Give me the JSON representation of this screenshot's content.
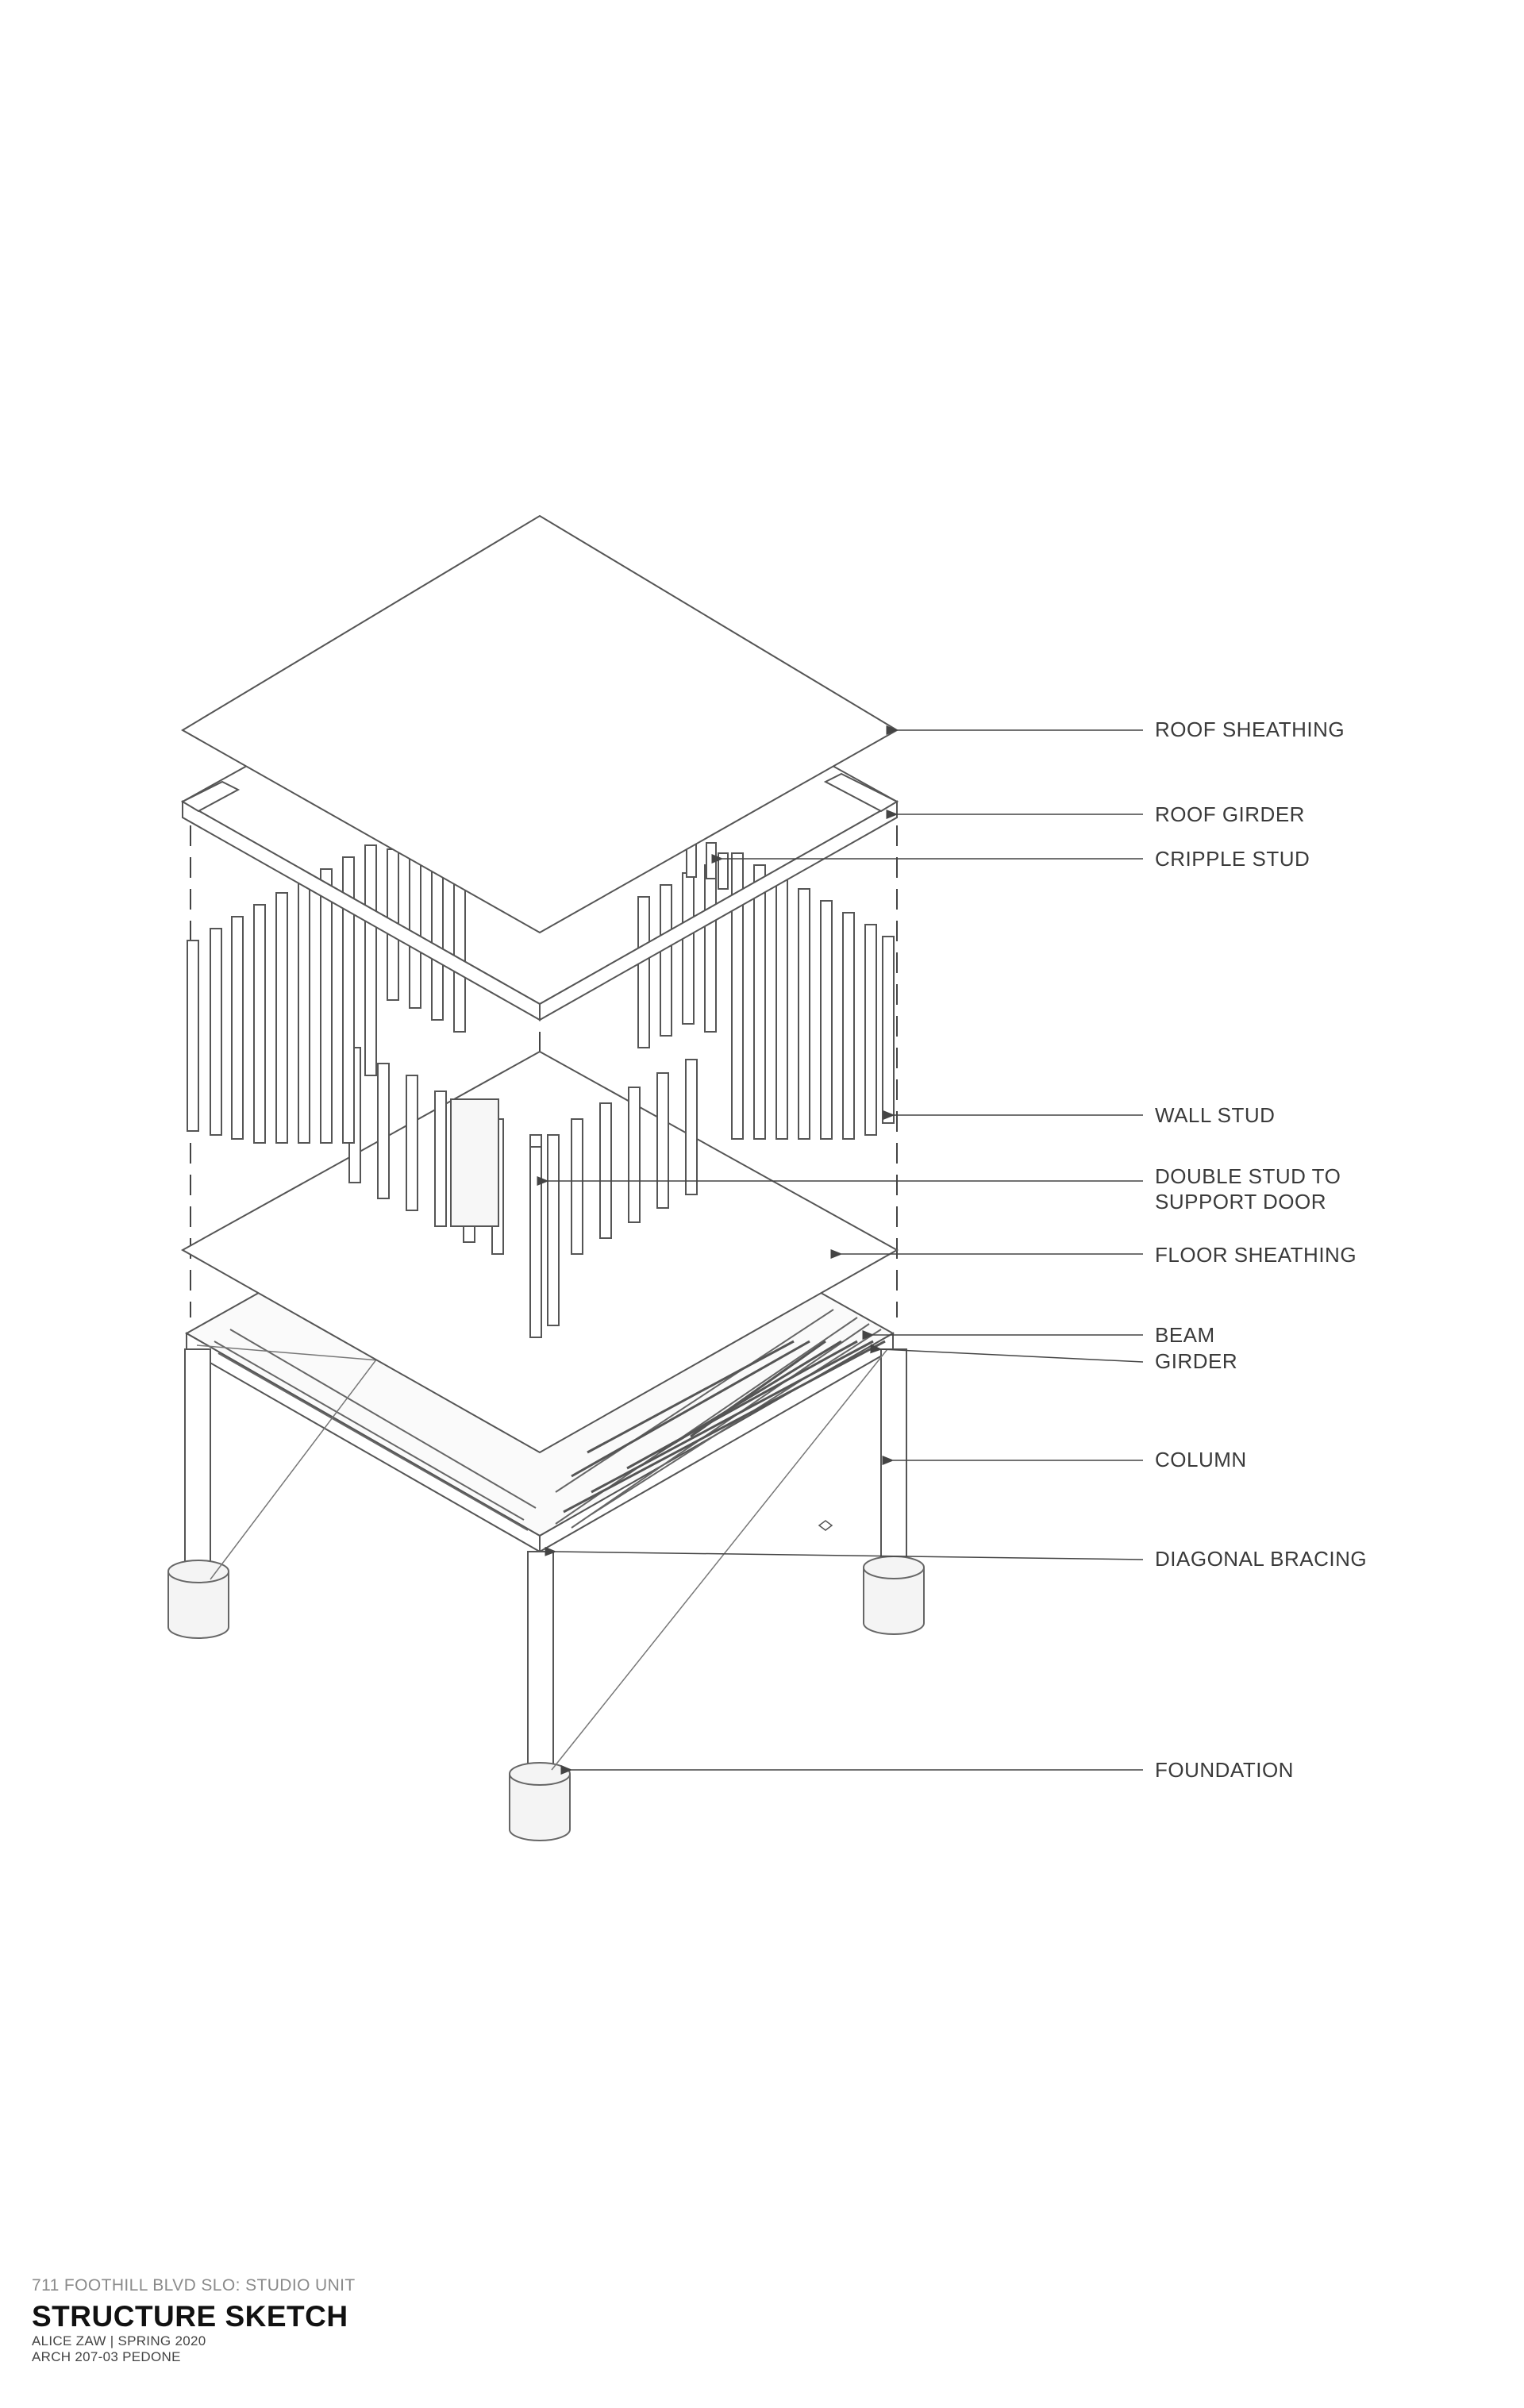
{
  "labels": {
    "roof_sheathing": "ROOF SHEATHING",
    "roof_girder": "ROOF GIRDER",
    "cripple_stud": "CRIPPLE STUD",
    "wall_stud": "WALL STUD",
    "double_stud_line1": "DOUBLE STUD TO",
    "double_stud_line2": "SUPPORT DOOR",
    "floor_sheathing": "FLOOR SHEATHING",
    "beam": "BEAM",
    "girder": "GIRDER",
    "column": "COLUMN",
    "diagonal_bracing": "DIAGONAL BRACING",
    "foundation": "FOUNDATION"
  },
  "title_block": {
    "project": "711 FOOTHILL BLVD SLO: STUDIO UNIT",
    "title": "STRUCTURE SKETCH",
    "author_term": "ALICE ZAW | SPRING 2020",
    "course": "ARCH 207-03 PEDONE"
  },
  "colors": {
    "line": "#555555",
    "leader": "#444444",
    "shadow": "#cfcfcf"
  }
}
